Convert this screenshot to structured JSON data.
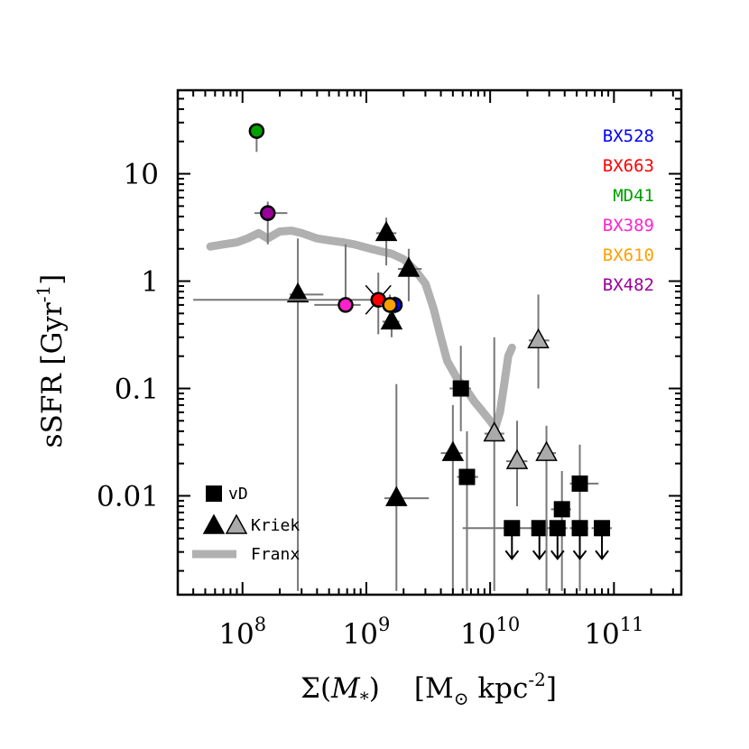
{
  "chart_data": {
    "type": "scatter",
    "x_scale": "log",
    "y_scale": "log",
    "xlim": [
      30000000.0,
      350000000000.0
    ],
    "ylim": [
      0.0012,
      60
    ],
    "xlabel": {
      "lead": "Σ(",
      "var": "M",
      "sub": "*",
      "close": ")",
      "unit_open": "[M",
      "unit_sub": "⊙",
      "unit_mid": " kpc",
      "unit_sup": "-2",
      "unit_close": "]"
    },
    "ylabel": {
      "lead": "sSFR  [Gyr",
      "sup": "-1",
      "close": "]"
    },
    "x_ticks": [
      {
        "value": 100000000.0,
        "base": "10",
        "exp": "8"
      },
      {
        "value": 1000000000.0,
        "base": "10",
        "exp": "9"
      },
      {
        "value": 10000000000.0,
        "base": "10",
        "exp": "10"
      },
      {
        "value": 100000000000.0,
        "base": "10",
        "exp": "11"
      }
    ],
    "y_ticks": [
      {
        "value": 10,
        "label": "10"
      },
      {
        "value": 1,
        "label": "1"
      },
      {
        "value": 0.1,
        "label": "0.1"
      },
      {
        "value": 0.01,
        "label": "0.01"
      }
    ],
    "franx_curve": {
      "name": "Franx",
      "color": "#b0b0b0",
      "points": [
        [
          55000000.0,
          2.1
        ],
        [
          70000000.0,
          2.2
        ],
        [
          90000000.0,
          2.3
        ],
        [
          110000000.0,
          2.5
        ],
        [
          135000000.0,
          2.8
        ],
        [
          160000000.0,
          2.5
        ],
        [
          200000000.0,
          2.9
        ],
        [
          250000000.0,
          2.95
        ],
        [
          300000000.0,
          2.8
        ],
        [
          400000000.0,
          2.5
        ],
        [
          500000000.0,
          2.4
        ],
        [
          650000000.0,
          2.3
        ],
        [
          800000000.0,
          2.2
        ],
        [
          1000000000.0,
          2.05
        ],
        [
          1300000000.0,
          1.9
        ],
        [
          1600000000.0,
          1.8
        ],
        [
          2000000000.0,
          1.6
        ],
        [
          2500000000.0,
          1.25
        ],
        [
          3000000000.0,
          0.95
        ],
        [
          3500000000.0,
          0.55
        ],
        [
          4000000000.0,
          0.3
        ],
        [
          4500000000.0,
          0.18
        ],
        [
          5500000000.0,
          0.12
        ],
        [
          6500000000.0,
          0.095
        ],
        [
          7500000000.0,
          0.075
        ],
        [
          8500000000.0,
          0.063
        ],
        [
          10000000000.0,
          0.05
        ],
        [
          11000000000.0,
          0.043
        ],
        [
          12000000000.0,
          0.06
        ],
        [
          13000000000.0,
          0.11
        ],
        [
          14000000000.0,
          0.2
        ],
        [
          15000000000.0,
          0.24
        ]
      ]
    },
    "vd_points": [
      {
        "x": 5800000000.0,
        "y": 0.1,
        "x_err": [
          4700000000.0,
          7000000000.0
        ],
        "y_err": [
          0.04,
          0.25
        ]
      },
      {
        "x": 6500000000.0,
        "y": 0.015,
        "x_err": [
          5400000000.0,
          8000000000.0
        ],
        "y_err": [
          0.0013,
          0.04
        ]
      },
      {
        "x": 53000000000.0,
        "y": 0.013,
        "x_err": [
          44000000000.0,
          75000000000.0
        ],
        "y_err": [
          0.0013,
          0.03
        ]
      },
      {
        "x": 38000000000.0,
        "y": 0.0075,
        "x_err": [
          31000000000.0,
          45000000000.0
        ],
        "y_err": [
          0.0013,
          0.017
        ]
      }
    ],
    "vd_upper_limits": [
      {
        "x": 15000000000.0,
        "y": 0.005,
        "x_err": [
          6000000000.0,
          22000000000.0
        ]
      },
      {
        "x": 25000000000.0,
        "y": 0.005,
        "x_err": [
          21000000000.0,
          30000000000.0
        ]
      },
      {
        "x": 35000000000.0,
        "y": 0.005,
        "x_err": [
          30000000000.0,
          42000000000.0
        ]
      },
      {
        "x": 53000000000.0,
        "y": 0.005,
        "x_err": [
          44000000000.0,
          62000000000.0
        ]
      },
      {
        "x": 80000000000.0,
        "y": 0.005,
        "x_err": [
          66000000000.0,
          96000000000.0
        ]
      }
    ],
    "kriek_black": [
      {
        "x": 280000000.0,
        "y": 0.75,
        "x_err": [
          240000000.0,
          450000000.0
        ],
        "y_err": [
          0.0013,
          2.5
        ]
      },
      {
        "x": 1450000000.0,
        "y": 2.8,
        "x_err": [
          1200000000.0,
          1750000000.0
        ],
        "y_err": [
          1.4,
          3.9
        ]
      },
      {
        "x": 2200000000.0,
        "y": 1.3,
        "x_err": [
          1800000000.0,
          2800000000.0
        ],
        "y_err": [
          0.65,
          2
        ]
      },
      {
        "x": 1600000000.0,
        "y": 0.42,
        "x_err": [
          1350000000.0,
          1850000000.0
        ],
        "y_err": [
          0.3,
          0.55
        ]
      },
      {
        "x": 1750000000.0,
        "y": 0.0095,
        "x_err": [
          1400000000.0,
          3200000000.0
        ],
        "y_err": [
          0.0013,
          0.11
        ]
      },
      {
        "x": 5000000000.0,
        "y": 0.025,
        "x_err": [
          4000000000.0,
          6000000000.0
        ],
        "y_err": [
          0.0013,
          0.07
        ]
      }
    ],
    "kriek_gray": [
      {
        "x": 10800000000.0,
        "y": 0.038,
        "x_err": [
          9000000000.0,
          13000000000.0
        ],
        "y_err": [
          0.0013,
          0.3
        ]
      },
      {
        "x": 16500000000.0,
        "y": 0.021,
        "x_err": [
          13500000000.0,
          20000000000.0
        ],
        "y_err": [
          0.008,
          0.05
        ]
      },
      {
        "x": 24500000000.0,
        "y": 0.28,
        "x_err": [
          20500000000.0,
          30000000000.0
        ],
        "y_err": [
          0.1,
          0.75
        ]
      },
      {
        "x": 28500000000.0,
        "y": 0.025,
        "x_err": [
          24000000000.0,
          34000000000.0
        ],
        "y_err": [
          0.0013,
          0.045
        ]
      }
    ],
    "named_galaxies": [
      {
        "name": "BX528",
        "color": "#0000ff",
        "x": 1700000000.0,
        "y": 0.6,
        "x_err": [
          1450000000.0,
          1950000000.0
        ],
        "y_err": [
          0.5,
          0.72
        ],
        "cross": false
      },
      {
        "name": "BX663",
        "color": "#ff0000",
        "x": 1250000000.0,
        "y": 0.67,
        "x_err": [
          40000000.0,
          1500000000.0
        ],
        "y_err": [
          0.32,
          1.2
        ],
        "cross": true
      },
      {
        "name": "MD41",
        "color": "#00a000",
        "x": 130000000.0,
        "y": 25,
        "x_err": [
          115000000.0,
          145000000.0
        ],
        "y_err": [
          16,
          25
        ],
        "cross": false
      },
      {
        "name": "BX389",
        "color": "#ff22cc",
        "x": 680000000.0,
        "y": 0.6,
        "x_err": [
          380000000.0,
          900000000.0
        ],
        "y_err": [
          0.6,
          2.2
        ],
        "cross": false
      },
      {
        "name": "BX610",
        "color": "#ffa000",
        "x": 1550000000.0,
        "y": 0.6,
        "x_err": [
          1300000000.0,
          1800000000.0
        ],
        "y_err": [
          0.5,
          0.75
        ],
        "cross": false
      },
      {
        "name": "BX482",
        "color": "#990099",
        "x": 160000000.0,
        "y": 4.3,
        "x_err": [
          125000000.0,
          230000000.0
        ],
        "y_err": [
          2.2,
          5.5
        ],
        "cross": false
      }
    ],
    "legend": [
      {
        "label": "vD",
        "symbol": "square"
      },
      {
        "label": "Kriek",
        "symbol": "triangles"
      },
      {
        "label": "Franx",
        "symbol": "line"
      }
    ],
    "grid": false,
    "legend_position": "bottom-left"
  }
}
